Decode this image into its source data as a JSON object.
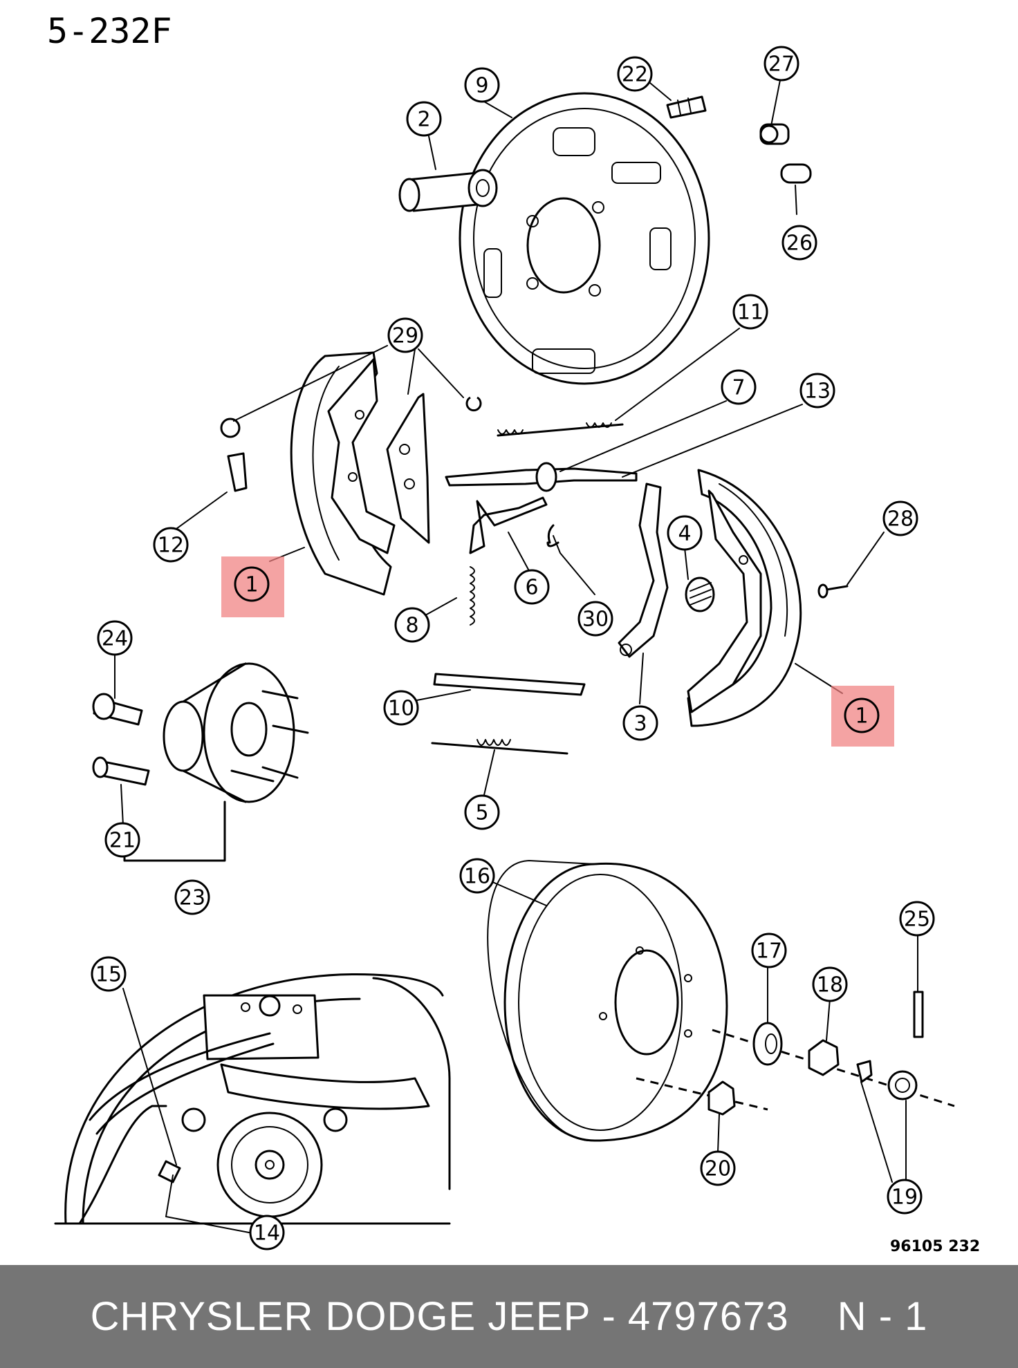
{
  "diagram": {
    "sheet_code": "5-232F",
    "figure_ref": "96105  232",
    "callouts": [
      "1",
      "1",
      "2",
      "3",
      "4",
      "5",
      "6",
      "7",
      "8",
      "9",
      "10",
      "11",
      "12",
      "13",
      "14",
      "15",
      "16",
      "17",
      "18",
      "19",
      "20",
      "21",
      "22",
      "23",
      "24",
      "25",
      "26",
      "27",
      "28",
      "29",
      "30"
    ],
    "highlight_color": "#f08080"
  },
  "footer": {
    "brand_part": "CHRYSLER DODGE JEEP - 4797673",
    "quantity": "N - 1",
    "background": "#757575"
  }
}
